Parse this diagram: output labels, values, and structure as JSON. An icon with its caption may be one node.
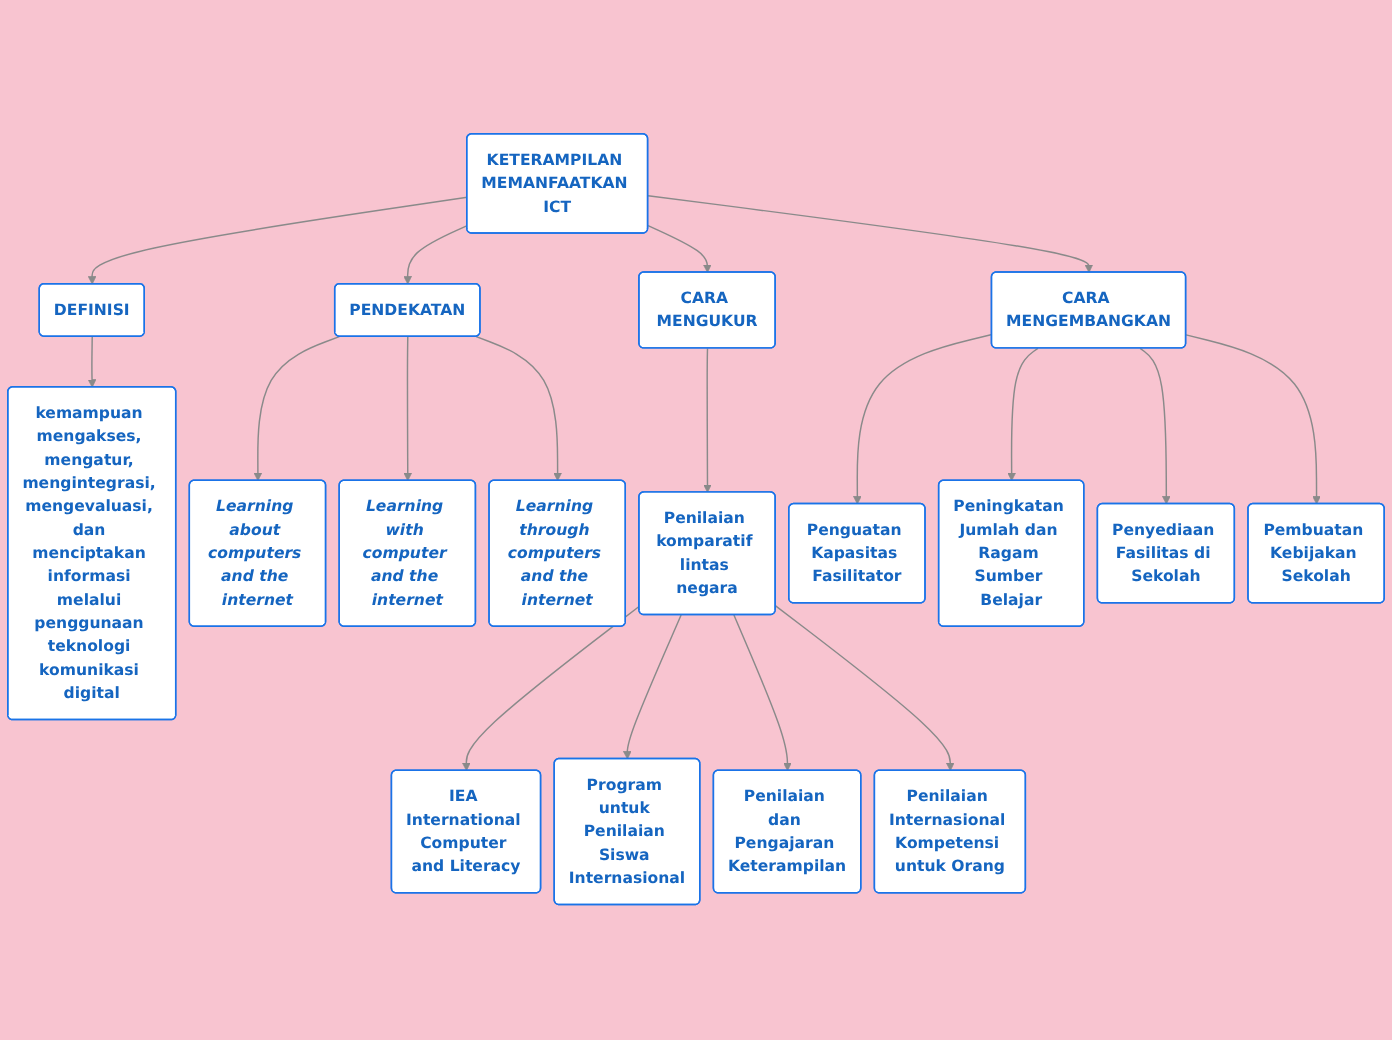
{
  "diagram": {
    "nodes": [
      {
        "text": [
          "DEFINISI"
        ]
      },
      {
        "text": [
          "kemampuan mengakses, mengatur, mengintegrasi, mengevaluasi, dan menciptakan informasi melalui penggunaan teknologi komunikasi digital"
        ]
      },
      {
        "text": [
          "PENDEKATAN"
        ]
      },
      {
        "text": [
          "Learning about computers and the internet"
        ]
      },
      {
        "text": [
          "Learning with computer and the internet"
        ]
      },
      {
        "text": [
          "Learning through computers and the internet"
        ]
      },
      {
        "text": [
          "KETERAMPILAN MEMANFAATKAN ICT"
        ]
      },
      {
        "text": [
          "CARA MENGUKUR"
        ]
      },
      {
        "text": [
          "Penilaian komparatif lintas negara"
        ]
      },
      {
        "text": [
          "CARA MENGEMBANGKAN"
        ]
      },
      {
        "text": [
          "Penguatan Kapasitas Fasilitator"
        ]
      },
      {
        "text": [
          "Peningkatan Jumlah dan Ragam Sumber Belajar"
        ]
      },
      {
        "text": [
          "Penyediaan Fasilitas di Sekolah"
        ]
      },
      {
        "text": [
          "Pembuatan Kebijakan Sekolah"
        ]
      },
      {
        "text": [
          "IEA International Computer and Literacy"
        ]
      },
      {
        "text": [
          "Program untuk Penilaian Siswa Internasional"
        ]
      },
      {
        "text": [
          "Penilaian dan Pengajaran Keterampilan"
        ]
      },
      {
        "text": [
          "Penilaian Internasional Kompetensi untuk Orang"
        ]
      }
    ],
    "edges": [
      {
        "from": 6,
        "to": 0,
        "arrow": "to"
      },
      {
        "from": 0,
        "to": 1,
        "arrow": "to"
      },
      {
        "from": 6,
        "to": 2,
        "arrow": "to"
      },
      {
        "from": 2,
        "to": 3,
        "arrow": "to"
      },
      {
        "from": 2,
        "to": 4,
        "arrow": "to"
      },
      {
        "from": 2,
        "to": 5,
        "arrow": "to"
      },
      {
        "from": 6,
        "to": 7,
        "arrow": "to"
      },
      {
        "from": 7,
        "to": 8,
        "arrow": "to"
      },
      {
        "from": 6,
        "to": 9,
        "arrow": "to"
      },
      {
        "from": 9,
        "to": 10,
        "arrow": "to"
      },
      {
        "from": 9,
        "to": 11,
        "arrow": "to"
      },
      {
        "from": 9,
        "to": 12,
        "arrow": "to"
      },
      {
        "from": 9,
        "to": 13,
        "arrow": "to"
      },
      {
        "from": 8,
        "to": 14,
        "arrow": "to"
      },
      {
        "from": 8,
        "to": 15,
        "arrow": "to"
      },
      {
        "from": 8,
        "to": 16,
        "arrow": "to"
      },
      {
        "from": 8,
        "to": 17,
        "arrow": "to"
      }
    ]
  }
}
